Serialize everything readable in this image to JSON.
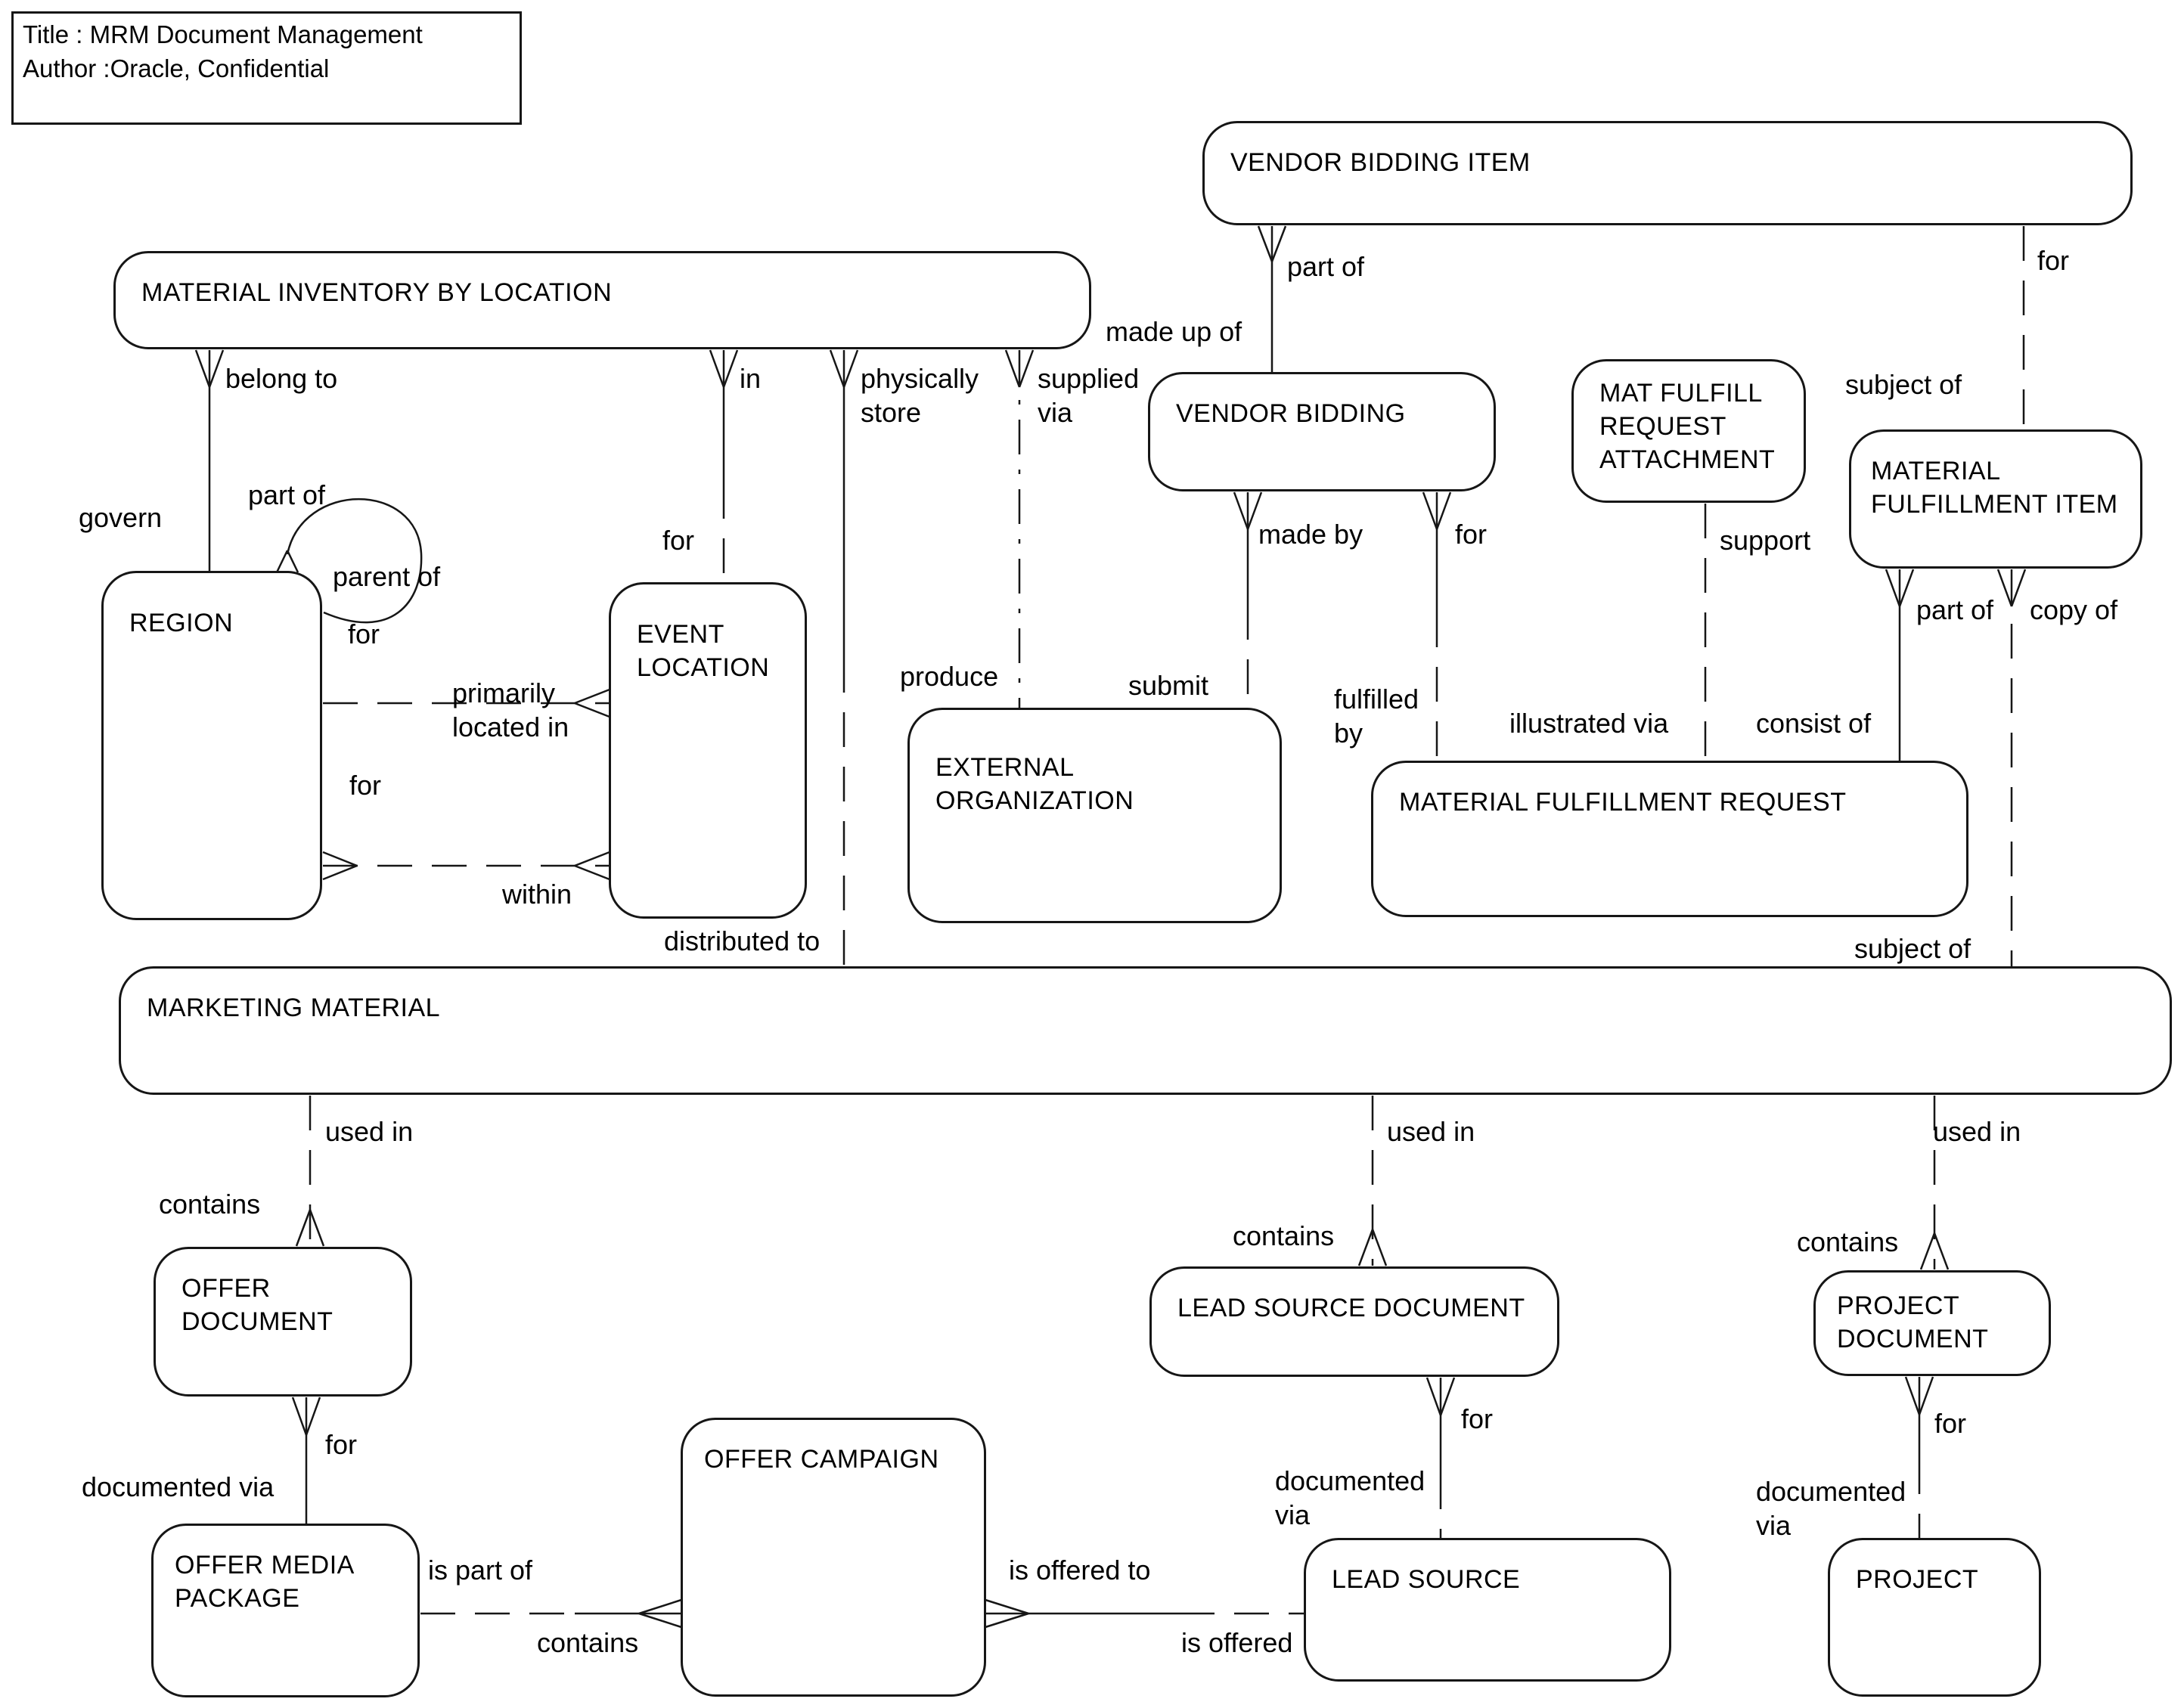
{
  "title_box": {
    "line1": "Title : MRM Document Management",
    "line2": "Author :Oracle, Confidential"
  },
  "entities": {
    "mibl": "MATERIAL INVENTORY BY LOCATION",
    "vbi": "VENDOR BIDDING ITEM",
    "vb": "VENDOR BIDDING",
    "mfra": "MAT FULFILL\nREQUEST\nATTACHMENT",
    "mfi": "MATERIAL\nFULFILLMENT ITEM",
    "region": "REGION",
    "evloc": "EVENT\nLOCATION",
    "extorg": "EXTERNAL\nORGANIZATION",
    "mfr": "MATERIAL FULFILLMENT REQUEST",
    "mm": "MARKETING MATERIAL",
    "od": "OFFER\nDOCUMENT",
    "lsd": "LEAD SOURCE DOCUMENT",
    "pd": "PROJECT\nDOCUMENT",
    "oc": "OFFER CAMPAIGN",
    "omp": "OFFER MEDIA\nPACKAGE",
    "ls": "LEAD SOURCE",
    "prj": "PROJECT"
  },
  "labels": {
    "belong_to": "belong to",
    "in": "in",
    "physically_store": "physically\nstore",
    "supplied_via": "supplied\nvia",
    "made_up_of": "made up of",
    "part_of_vbi": "part of",
    "for_vbi": "for",
    "subject_of_mfi": "subject of",
    "govern": "govern",
    "part_of_region": "part of",
    "parent_of": "parent of",
    "for_primarily": "for",
    "primarily_located_in": "primarily\nlocated in",
    "for_within": "for",
    "within": "within",
    "for_evloc": "for",
    "produce": "produce",
    "submit": "submit",
    "made_by": "made by",
    "for_mfr": "for",
    "fulfilled_by": "fulfilled\nby",
    "illustrated_via": "illustrated via",
    "support": "support",
    "consist_of": "consist of",
    "part_of_mfi": "part of",
    "copy_of": "copy of",
    "distributed_to": "distributed to",
    "subject_of_mm": "subject of",
    "used_in_left": "used in",
    "used_in_mid": "used in",
    "used_in_right": "used in",
    "contains_od": "contains",
    "contains_lsd": "contains",
    "contains_pd": "contains",
    "for_od": "for",
    "documented_via_omp": "documented via",
    "for_lsd": "for",
    "documented_via_ls": "documented\nvia",
    "for_pd": "for",
    "documented_via_prj": "documented\nvia",
    "is_part_of": "is part of",
    "contains_oc": "contains",
    "is_offered_to": "is offered to",
    "is_offered": "is offered"
  }
}
